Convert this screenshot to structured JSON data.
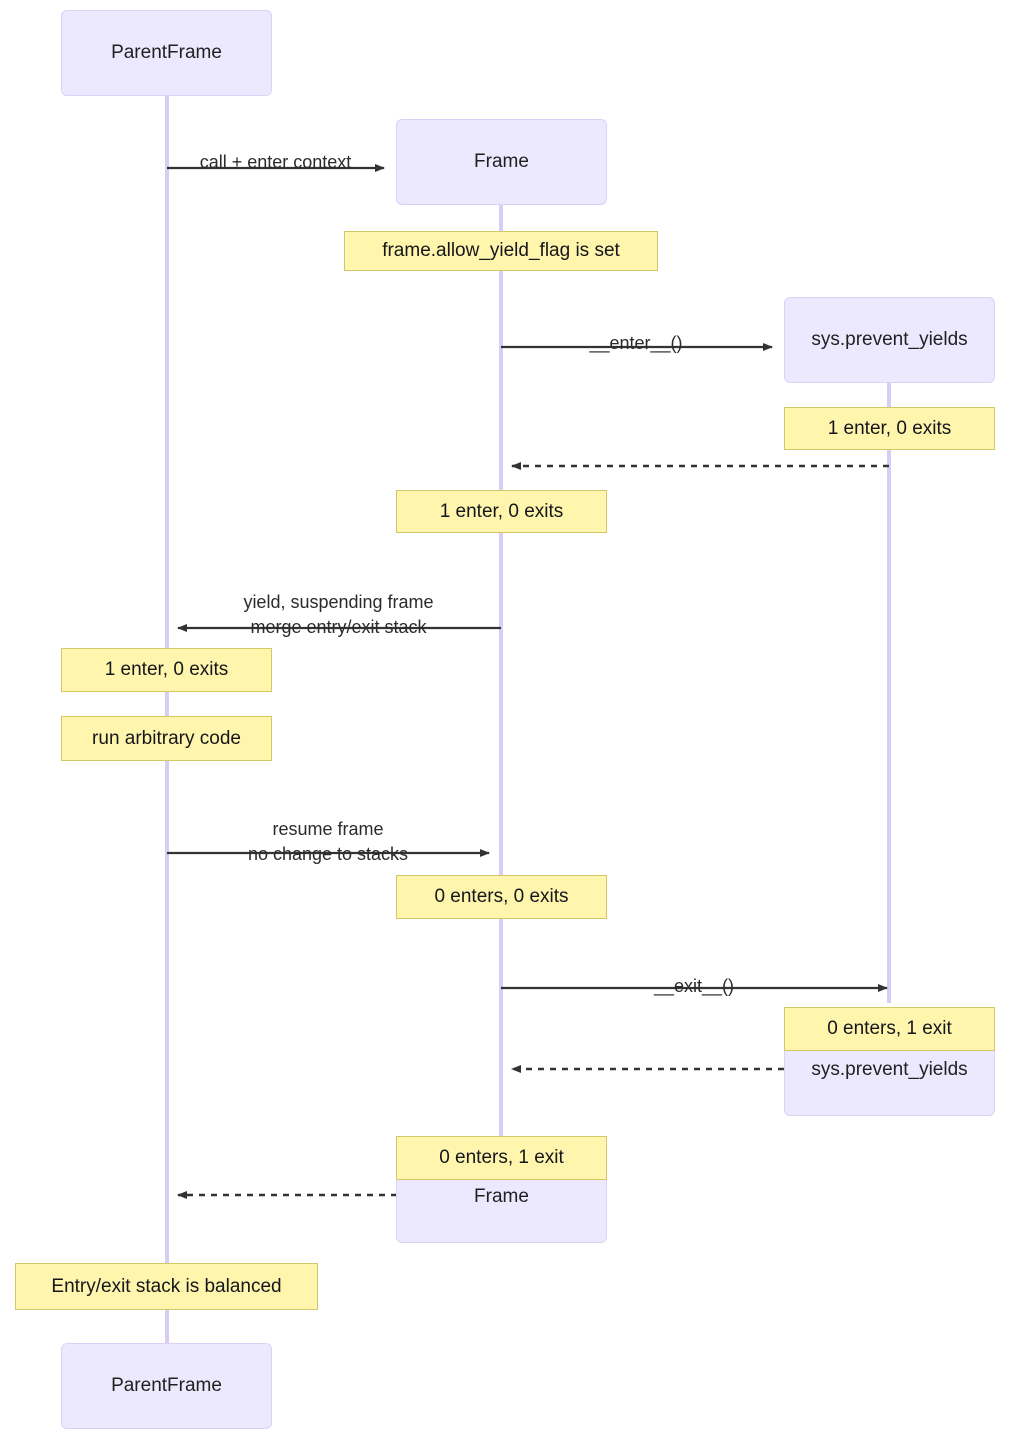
{
  "diagram": {
    "type": "sequence-diagram",
    "title": "",
    "colors": {
      "background": "#ffffff",
      "actor_fill": "#ece8fd",
      "actor_border": "#ddd2f5",
      "lifeline": "#d8cdf2",
      "note_fill": "#fff5ad",
      "note_border": "#d4c76a",
      "arrow": "#333333",
      "text": "#1f2020"
    }
  },
  "participants": {
    "parent_frame_top": "ParentFrame",
    "frame_top": "Frame",
    "prevent_yields_top": "sys.prevent_yields",
    "prevent_yields_bottom": "sys.prevent_yields",
    "frame_bottom": "Frame",
    "parent_frame_bottom": "ParentFrame"
  },
  "messages": [
    {
      "id": "m1",
      "label": "call + enter context",
      "from": "ParentFrame",
      "to": "Frame",
      "style": "solid"
    },
    {
      "id": "m2",
      "label": "__enter__()",
      "from": "Frame",
      "to": "sys.prevent_yields",
      "style": "solid"
    },
    {
      "id": "m3",
      "label": "",
      "from": "sys.prevent_yields",
      "to": "Frame",
      "style": "dashed"
    },
    {
      "id": "m4",
      "label": "yield, suspending frame\nmerge entry/exit stack",
      "from": "Frame",
      "to": "ParentFrame",
      "style": "solid"
    },
    {
      "id": "m5",
      "label": "resume frame\nno change to stacks",
      "from": "ParentFrame",
      "to": "Frame",
      "style": "solid"
    },
    {
      "id": "m6",
      "label": "__exit__()",
      "from": "Frame",
      "to": "sys.prevent_yields",
      "style": "solid"
    },
    {
      "id": "m7",
      "label": "",
      "from": "sys.prevent_yields",
      "to": "Frame",
      "style": "dashed"
    },
    {
      "id": "m8",
      "label": "",
      "from": "Frame",
      "to": "ParentFrame",
      "style": "dashed"
    }
  ],
  "notes": [
    {
      "id": "n1",
      "text": "frame.allow_yield_flag is set",
      "over": "Frame"
    },
    {
      "id": "n2",
      "text": "1 enter, 0 exits",
      "over": "sys.prevent_yields"
    },
    {
      "id": "n3",
      "text": "1 enter, 0 exits",
      "over": "Frame"
    },
    {
      "id": "n4",
      "text": "1 enter, 0 exits",
      "over": "ParentFrame"
    },
    {
      "id": "n5",
      "text": "run arbitrary code",
      "over": "ParentFrame"
    },
    {
      "id": "n6",
      "text": "0 enters, 0 exits",
      "over": "Frame"
    },
    {
      "id": "n7",
      "text": "0 enters, 1 exit",
      "over": "sys.prevent_yields"
    },
    {
      "id": "n8",
      "text": "0 enters, 1 exit",
      "over": "Frame"
    },
    {
      "id": "n9",
      "text": "Entry/exit stack is balanced",
      "over": "ParentFrame"
    }
  ]
}
